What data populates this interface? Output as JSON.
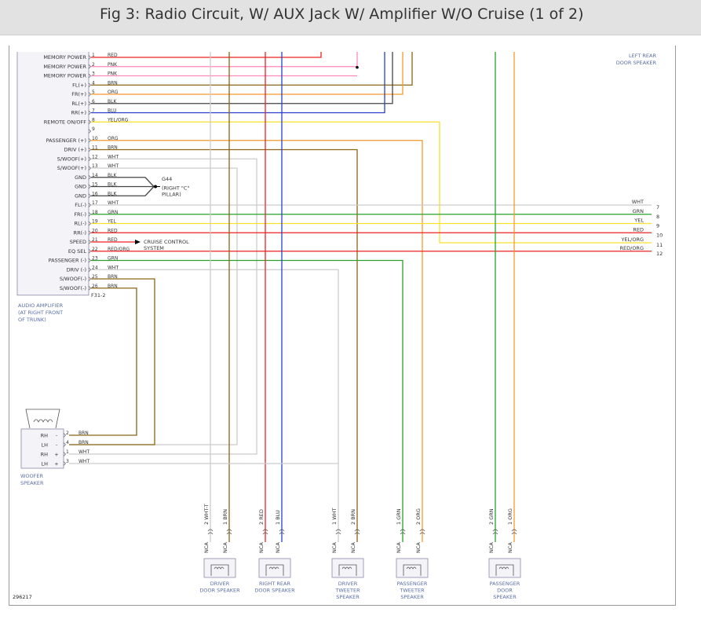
{
  "header": {
    "title": "Fig 3: Radio Circuit, W/ AUX Jack W/ Amplifier W/O Cruise (1 of 2)"
  },
  "colors": {
    "RED": "#ee2222",
    "PNK": "#ff88bb",
    "BRN": "#8a6516",
    "ORG": "#f39a2c",
    "BLK": "#444444",
    "BLU": "#2a3fd0",
    "YEL": "#f4e12b",
    "WHT": "#cccccc",
    "GRN": "#2aa12a",
    "WHT-T": "#cccccc"
  },
  "amplifier": {
    "name": "AUDIO AMPLIFIER",
    "location_lines": [
      "(AT RIGHT FRONT",
      "OF TRUNK)"
    ],
    "connector": "F31-2",
    "pins": [
      {
        "num": "1",
        "label": "MEMORY POWER",
        "wire": "RED"
      },
      {
        "num": "2",
        "label": "MEMORY POWER",
        "wire": "PNK"
      },
      {
        "num": "3",
        "label": "MEMORY POWER",
        "wire": "PNK"
      },
      {
        "num": "4",
        "label": "FL(+)",
        "wire": "BRN"
      },
      {
        "num": "5",
        "label": "FR(+)",
        "wire": "ORG"
      },
      {
        "num": "6",
        "label": "RL(+)",
        "wire": "BLK"
      },
      {
        "num": "7",
        "label": "RR(+)",
        "wire": "BLU"
      },
      {
        "num": "8",
        "label": "REMOTE ON/OFF",
        "wire": "YEL/ORG"
      },
      {
        "num": "9",
        "label": "",
        "wire": ""
      },
      {
        "num": "10",
        "label": "PASSENGER (+)",
        "wire": "ORG"
      },
      {
        "num": "11",
        "label": "DRIV (+)",
        "wire": "BRN"
      },
      {
        "num": "12",
        "label": "S/WOOF(+)",
        "wire": "WHT"
      },
      {
        "num": "13",
        "label": "S/WOOF(+)",
        "wire": "WHT"
      },
      {
        "num": "14",
        "label": "GND",
        "wire": "BLK"
      },
      {
        "num": "15",
        "label": "GND",
        "wire": "BLK"
      },
      {
        "num": "16",
        "label": "GND",
        "wire": "BLK"
      },
      {
        "num": "17",
        "label": "FL(-)",
        "wire": "WHT"
      },
      {
        "num": "18",
        "label": "FR(-)",
        "wire": "GRN"
      },
      {
        "num": "19",
        "label": "RL(-)",
        "wire": "YEL"
      },
      {
        "num": "20",
        "label": "RR(-)",
        "wire": "RED"
      },
      {
        "num": "21",
        "label": "SPEED",
        "wire": "RED"
      },
      {
        "num": "22",
        "label": "EQ SEL",
        "wire": "RED/ORG"
      },
      {
        "num": "23",
        "label": "PASSENGER (-)",
        "wire": "GRN"
      },
      {
        "num": "24",
        "label": "DRIV (-)",
        "wire": "WHT"
      },
      {
        "num": "25",
        "label": "S/WOOF(-)",
        "wire": "BRN"
      },
      {
        "num": "26",
        "label": "S/WOOF(-)",
        "wire": "BRN"
      }
    ]
  },
  "ground": {
    "name": "G44",
    "detail_lines": [
      "(RIGHT \"C\"",
      "PILLAR)"
    ]
  },
  "cruise": {
    "lines": [
      "CRUISE CONTROL",
      "SYSTEM"
    ]
  },
  "right_connector": [
    {
      "wire": "WHT",
      "num": "7"
    },
    {
      "wire": "GRN",
      "num": "8"
    },
    {
      "wire": "YEL",
      "num": "9"
    },
    {
      "wire": "RED",
      "num": "10"
    },
    {
      "wire": "YEL/ORG",
      "num": "11"
    },
    {
      "wire": "RED/ORG",
      "num": "12"
    }
  ],
  "left_rear_speaker": {
    "lines": [
      "LEFT REAR",
      "DOOR SPEAKER"
    ]
  },
  "woofer": {
    "name": "WOOFER",
    "name2": "SPEAKER",
    "pins": [
      {
        "label": "RH",
        "sign": "-",
        "num": "2",
        "wire": "BRN"
      },
      {
        "label": "LH",
        "sign": "-",
        "num": "4",
        "wire": "BRN"
      },
      {
        "label": "RH",
        "sign": "+",
        "num": "1",
        "wire": "WHT"
      },
      {
        "label": "LH",
        "sign": "+",
        "num": "3",
        "wire": "WHT"
      }
    ]
  },
  "speakers": [
    {
      "lines": [
        "DRIVER",
        "DOOR SPEAKER"
      ],
      "wires": [
        {
          "num": "2",
          "color": "WHT-T",
          "conn": "NCA"
        },
        {
          "num": "1",
          "color": "BRN",
          "conn": "NCA"
        }
      ]
    },
    {
      "lines": [
        "RIGHT REAR",
        "DOOR SPEAKER"
      ],
      "wires": [
        {
          "num": "2",
          "color": "RED",
          "conn": "NCA"
        },
        {
          "num": "1",
          "color": "BLU",
          "conn": "NCA"
        }
      ]
    },
    {
      "lines": [
        "DRIVER",
        "TWEETER",
        "SPEAKER"
      ],
      "wires": [
        {
          "num": "1",
          "color": "WHT",
          "conn": "NCA"
        },
        {
          "num": "2",
          "color": "BRN",
          "conn": "NCA"
        }
      ]
    },
    {
      "lines": [
        "PASSENGER",
        "TWEETER",
        "SPEAKER"
      ],
      "wires": [
        {
          "num": "1",
          "color": "GRN",
          "conn": "NCA"
        },
        {
          "num": "2",
          "color": "ORG",
          "conn": "NCA"
        }
      ]
    },
    {
      "lines": [
        "PASSENGER",
        "DOOR",
        "SPEAKER"
      ],
      "wires": [
        {
          "num": "2",
          "color": "GRN",
          "conn": "NCA"
        },
        {
          "num": "1",
          "color": "ORG",
          "conn": "NCA"
        }
      ]
    }
  ],
  "figure_id": "296217"
}
